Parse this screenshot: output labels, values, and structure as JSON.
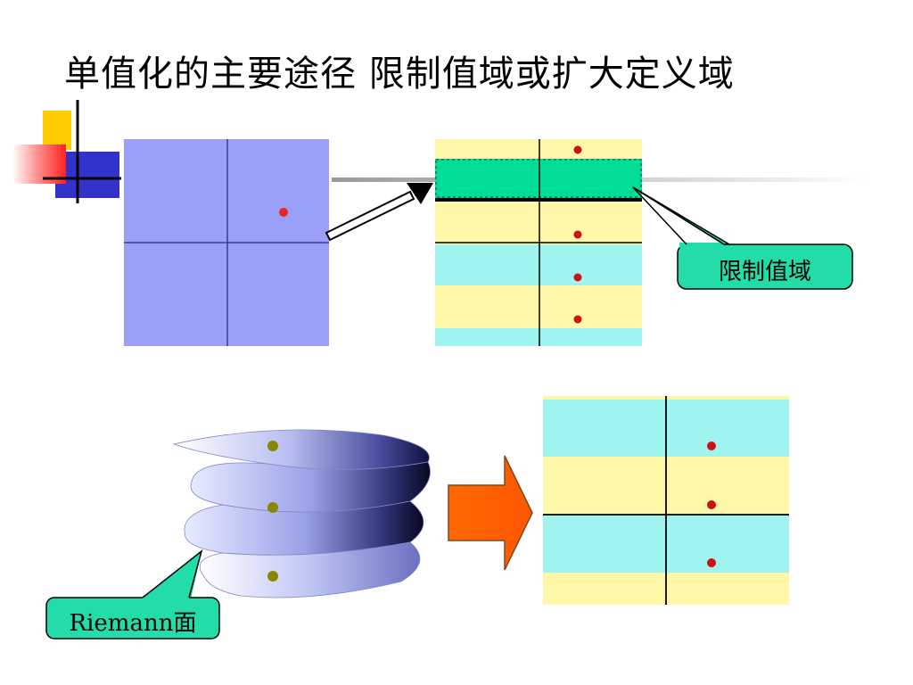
{
  "slide": {
    "title": "单值化的主要途径   限制值域或扩大定义域"
  },
  "callouts": {
    "range_restrict": "限制值域",
    "riemann_surface": "Riemann面"
  },
  "colors": {
    "domain_plane": "#9aa0f8",
    "band_yellow": "#fff7a8",
    "band_cyan": "#a0f4f0",
    "selected_band": "#00dd99",
    "callout_fill": "#22ddaa",
    "orange_arrow": "#ff6600",
    "point_red": "#cc1111",
    "point_olive": "#888800"
  }
}
